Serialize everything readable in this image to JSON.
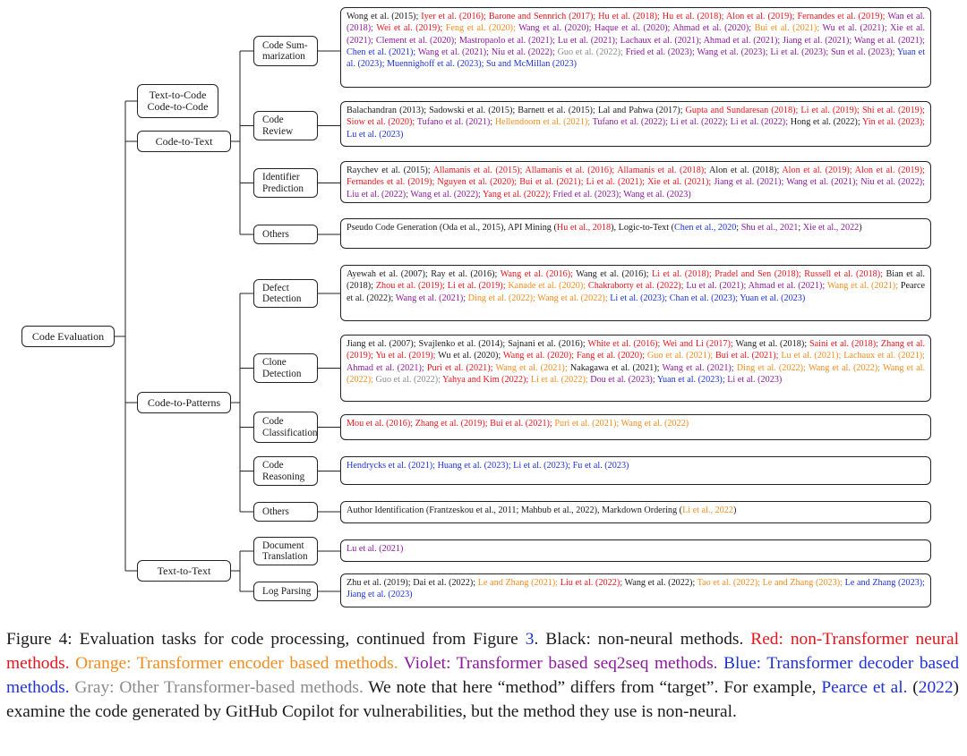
{
  "colors": {
    "black": "#1a1a1a",
    "red": "#e8141c",
    "orange": "#f28c1e",
    "violet": "#8b1a9c",
    "blue": "#1e32d6",
    "gray": "#8a8a8a"
  },
  "diagram": {
    "root": "Code Evaluation",
    "branch_labels": {
      "text_to_code": [
        "Text-to-Code",
        "Code-to-Code"
      ],
      "code_to_text": "Code-to-Text",
      "code_to_patterns": "Code-to-Patterns",
      "text_to_text": "Text-to-Text"
    },
    "leaves": [
      {
        "id": "code-summarization",
        "label": [
          "Code Sum-",
          "marization"
        ],
        "citations": [
          [
            "k",
            "Wong et al. (2015); "
          ],
          [
            "r",
            "Iyer et al. (2016); "
          ],
          [
            "r",
            "Barone and Sennrich (2017); "
          ],
          [
            "r",
            "Hu et al. (2018); "
          ],
          [
            "r",
            "Hu et al. (2018); "
          ],
          [
            "r",
            "Alon et al. (2019); "
          ],
          [
            "r",
            "Fernandes et al. (2019); "
          ],
          [
            "v",
            "Wan et al. (2018); "
          ],
          [
            "r",
            "Wei et al. (2019); "
          ],
          [
            "o",
            "Feng et al. (2020); "
          ],
          [
            "v",
            "Wang et al. (2020); "
          ],
          [
            "v",
            "Haque et al. (2020); "
          ],
          [
            "v",
            "Ahmad et al. (2020); "
          ],
          [
            "o",
            "Bui et al. (2021); "
          ],
          [
            "v",
            "Wu et al. (2021); "
          ],
          [
            "v",
            "Xie et al. (2021); "
          ],
          [
            "v",
            "Clement et al. (2020); "
          ],
          [
            "v",
            "Mastropaolo et al. (2021); "
          ],
          [
            "v",
            "Lu et al. (2021); "
          ],
          [
            "v",
            "Lachaux et al. (2021); "
          ],
          [
            "v",
            "Ahmad et al. (2021); "
          ],
          [
            "v",
            "Jiang et al. (2021); "
          ],
          [
            "v",
            "Wang et al. (2021); "
          ],
          [
            "b",
            "Chen et al. (2021); "
          ],
          [
            "v",
            "Wang et al. (2021); "
          ],
          [
            "v",
            "Niu et al. (2022); "
          ],
          [
            "g",
            "Guo et al. (2022); "
          ],
          [
            "v",
            "Fried et al. (2023); "
          ],
          [
            "v",
            "Wang et al. (2023); "
          ],
          [
            "v",
            "Li et al. (2023); "
          ],
          [
            "v",
            "Sun et al. (2023); "
          ],
          [
            "b",
            "Yuan et al. (2023); "
          ],
          [
            "b",
            "Muennighoff et al. (2023); "
          ],
          [
            "b",
            "Su and McMillan (2023)"
          ]
        ]
      },
      {
        "id": "code-review",
        "label": [
          "Code",
          "Review"
        ],
        "citations": [
          [
            "k",
            "Balachandran (2013); "
          ],
          [
            "k",
            "Sadowski et al. (2015); "
          ],
          [
            "k",
            "Barnett et al. (2015); "
          ],
          [
            "k",
            "Lal and Pahwa (2017); "
          ],
          [
            "r",
            "Gupta and Sundaresan (2018); "
          ],
          [
            "r",
            "Li et al. (2019); "
          ],
          [
            "r",
            "Shi et al. (2019); "
          ],
          [
            "r",
            "Siow et al. (2020); "
          ],
          [
            "v",
            "Tufano et al. (2021); "
          ],
          [
            "o",
            "Hellendoorn et al. (2021); "
          ],
          [
            "v",
            "Tufano et al. (2022); "
          ],
          [
            "v",
            "Li et al. (2022); "
          ],
          [
            "v",
            "Li et al. (2022); "
          ],
          [
            "k",
            "Hong et al. (2022); "
          ],
          [
            "r",
            "Yin et al. (2023); "
          ],
          [
            "b",
            "Lu et al. (2023)"
          ]
        ]
      },
      {
        "id": "identifier-prediction",
        "label": [
          "Identifier",
          "Prediction"
        ],
        "citations": [
          [
            "k",
            "Raychev et al. (2015); "
          ],
          [
            "r",
            "Allamanis et al. (2015); "
          ],
          [
            "r",
            "Allamanis et al. (2016); "
          ],
          [
            "r",
            "Allamanis et al. (2018); "
          ],
          [
            "k",
            "Alon et al. (2018); "
          ],
          [
            "r",
            "Alon et al. (2019); "
          ],
          [
            "r",
            "Alon et al. (2019); "
          ],
          [
            "r",
            "Fernandes et al. (2019); "
          ],
          [
            "r",
            "Nguyen et al. (2020); "
          ],
          [
            "r",
            "Bui et al. (2021); "
          ],
          [
            "r",
            "Li et al. (2021); "
          ],
          [
            "r",
            "Xie et al. (2021); "
          ],
          [
            "v",
            "Jiang et al. (2021); "
          ],
          [
            "v",
            "Wang et al. (2021); "
          ],
          [
            "v",
            "Niu et al. (2022); "
          ],
          [
            "v",
            "Liu et al. (2022); "
          ],
          [
            "v",
            "Wang et al. (2022); "
          ],
          [
            "r",
            "Yang et al. (2022); "
          ],
          [
            "v",
            "Fried et al. (2023); "
          ],
          [
            "v",
            "Wang et al. (2023)"
          ]
        ]
      },
      {
        "id": "others-code-to-text",
        "label": [
          "Others"
        ],
        "citations": [
          [
            "k",
            "Pseudo Code Generation (Oda et al., 2015), API Mining ("
          ],
          [
            "r",
            "Hu et al., 2018"
          ],
          [
            "k",
            "), Logic-to-Text ("
          ],
          [
            "b",
            "Chen et al., 2020"
          ],
          [
            "k",
            "; "
          ],
          [
            "v",
            "Shu et al., 2021"
          ],
          [
            "k",
            "; "
          ],
          [
            "v",
            "Xie et al., 2022"
          ],
          [
            "k",
            ")"
          ]
        ]
      },
      {
        "id": "defect-detection",
        "label": [
          "Defect",
          "Detection"
        ],
        "citations": [
          [
            "k",
            "Ayewah et al. (2007); "
          ],
          [
            "k",
            "Ray et al. (2016); "
          ],
          [
            "r",
            "Wang et al. (2016); "
          ],
          [
            "k",
            "Wang et al. (2016); "
          ],
          [
            "r",
            "Li et al. (2018); "
          ],
          [
            "r",
            "Pradel and Sen (2018); "
          ],
          [
            "r",
            "Russell et al. (2018); "
          ],
          [
            "k",
            "Bian et al. (2018); "
          ],
          [
            "r",
            "Zhou et al. (2019); "
          ],
          [
            "r",
            "Li et al. (2019); "
          ],
          [
            "o",
            "Kanade et al. (2020); "
          ],
          [
            "r",
            "Chakraborty et al. (2022); "
          ],
          [
            "v",
            "Lu et al. (2021); "
          ],
          [
            "v",
            "Ahmad et al. (2021); "
          ],
          [
            "o",
            "Wang et al. (2021); "
          ],
          [
            "k",
            "Pearce et al. (2022); "
          ],
          [
            "v",
            "Wang et al. (2021); "
          ],
          [
            "o",
            "Ding et al. (2022); "
          ],
          [
            "o",
            "Wang et al. (2022); "
          ],
          [
            "b",
            "Li et al. (2023); "
          ],
          [
            "b",
            "Chan et al. (2023); "
          ],
          [
            "b",
            "Yuan et al. (2023)"
          ]
        ]
      },
      {
        "id": "clone-detection",
        "label": [
          "Clone",
          "Detection"
        ],
        "citations": [
          [
            "k",
            "Jiang et al. (2007); "
          ],
          [
            "k",
            "Svajlenko et al. (2014); "
          ],
          [
            "k",
            "Sajnani et al. (2016); "
          ],
          [
            "r",
            "White et al. (2016); "
          ],
          [
            "r",
            "Wei and Li (2017); "
          ],
          [
            "k",
            "Wang et al. (2018); "
          ],
          [
            "r",
            "Saini et al. (2018); "
          ],
          [
            "r",
            "Zhang et al. (2019); "
          ],
          [
            "r",
            "Yu et al. (2019); "
          ],
          [
            "k",
            "Wu et al. (2020); "
          ],
          [
            "r",
            "Wang et al. (2020); "
          ],
          [
            "r",
            "Fang et al. (2020); "
          ],
          [
            "o",
            "Guo et al. (2021); "
          ],
          [
            "r",
            "Bui et al. (2021); "
          ],
          [
            "o",
            "Lu et al. (2021); "
          ],
          [
            "o",
            "Lachaux et al. (2021); "
          ],
          [
            "v",
            "Ahmad et al. (2021); "
          ],
          [
            "r",
            "Puri et al. (2021); "
          ],
          [
            "o",
            "Wang et al. (2021); "
          ],
          [
            "k",
            "Nakagawa et al. (2021); "
          ],
          [
            "v",
            "Wang et al. (2021); "
          ],
          [
            "o",
            "Ding et al. (2022); "
          ],
          [
            "o",
            "Wang et al. (2022); "
          ],
          [
            "o",
            "Wang et al. (2022); "
          ],
          [
            "g",
            "Guo et al. (2022); "
          ],
          [
            "r",
            "Yahya and Kim (2022); "
          ],
          [
            "o",
            "Li et al. (2022); "
          ],
          [
            "v",
            "Dou et al. (2023); "
          ],
          [
            "b",
            "Yuan et al. (2023); "
          ],
          [
            "v",
            "Li et al. (2023)"
          ]
        ]
      },
      {
        "id": "code-classification",
        "label": [
          "Code",
          "Classification"
        ],
        "citations": [
          [
            "r",
            "Mou et al. (2016); "
          ],
          [
            "r",
            "Zhang et al. (2019); "
          ],
          [
            "r",
            "Bui et al. (2021); "
          ],
          [
            "o",
            "Puri et al. (2021); "
          ],
          [
            "o",
            "Wang et al. (2022)"
          ]
        ]
      },
      {
        "id": "code-reasoning",
        "label": [
          "Code",
          "Reasoning"
        ],
        "citations": [
          [
            "b",
            "Hendrycks et al. (2021); "
          ],
          [
            "b",
            "Huang et al. (2023); "
          ],
          [
            "b",
            "Li et al. (2023); "
          ],
          [
            "b",
            "Fu et al. (2023)"
          ]
        ]
      },
      {
        "id": "others-code-to-patterns",
        "label": [
          "Others"
        ],
        "citations": [
          [
            "k",
            "Author Identification (Frantzeskou et al., 2011; Mahbub et al., 2022), Markdown Ordering ("
          ],
          [
            "o",
            "Li et al., 2022"
          ],
          [
            "k",
            ")"
          ]
        ]
      },
      {
        "id": "document-translation",
        "label": [
          "Document",
          "Translation"
        ],
        "citations": [
          [
            "v",
            "Lu et al. (2021)"
          ]
        ]
      },
      {
        "id": "log-parsing",
        "label": [
          "Log Parsing"
        ],
        "citations": [
          [
            "k",
            "Zhu et al. (2019); "
          ],
          [
            "k",
            "Dai et al. (2022); "
          ],
          [
            "o",
            "Le and Zhang (2021); "
          ],
          [
            "r",
            "Liu et al. (2022); "
          ],
          [
            "k",
            "Wang et al. (2022); "
          ],
          [
            "o",
            "Tao et al. (2022); "
          ],
          [
            "o",
            "Le and Zhang (2023); "
          ],
          [
            "b",
            "Le and Zhang (2023); "
          ],
          [
            "b",
            "Jiang et al. (2023)"
          ]
        ]
      }
    ]
  },
  "caption": [
    [
      "k",
      "Figure 4: Evaluation tasks for code processing, continued from Figure "
    ],
    [
      "b",
      "3"
    ],
    [
      "k",
      ". Black: non-neural methods. "
    ],
    [
      "r",
      "Red: non-Transformer neural methods. "
    ],
    [
      "o",
      "Orange: Transformer encoder based methods. "
    ],
    [
      "v",
      "Violet: Transformer based seq2seq methods. "
    ],
    [
      "b",
      "Blue: Transformer decoder based methods. "
    ],
    [
      "g",
      "Gray: Other Transformer-based methods. "
    ],
    [
      "k",
      "We note that here “method” differs from “target”. For example, "
    ],
    [
      "b",
      "Pearce et al."
    ],
    [
      "k",
      " ("
    ],
    [
      "b",
      "2022"
    ],
    [
      "k",
      ") examine the code generated by GitHub Copilot for vulnerabilities, but the method they use is non-neural."
    ]
  ]
}
